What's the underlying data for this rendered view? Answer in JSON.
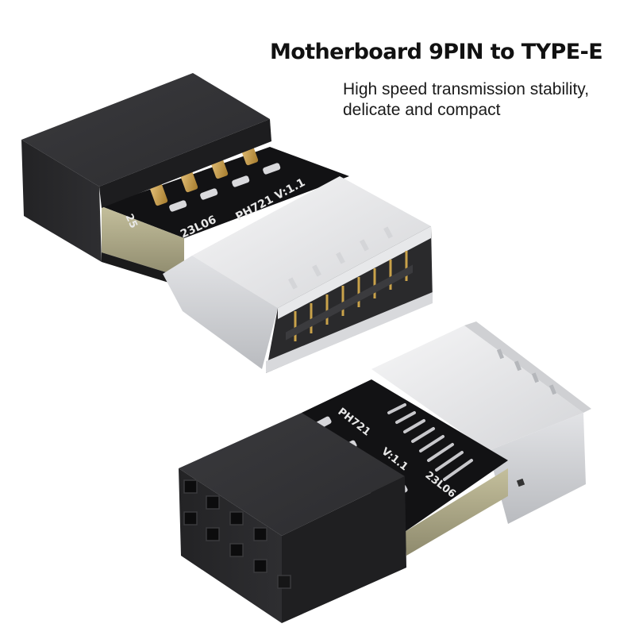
{
  "headline": "Motherboard 9PIN to TYPE-E",
  "tagline": {
    "line1": "High speed transmission stability,",
    "line2": "delicate and compact"
  },
  "adapter_top": {
    "pcb_marking_1": "PH721 V:1.1",
    "pcb_marking_2": "23L06",
    "pcb_marking_3": "25"
  },
  "adapter_bottom": {
    "pcb_marking_1": "PH721",
    "pcb_marking_2": "V:1.1",
    "pcb_marking_3": "23L06"
  },
  "colors": {
    "housing": "#2b2b2d",
    "pcb": "#121214",
    "shield": "#e9eaec",
    "gold_pin": "#c9a24a"
  }
}
